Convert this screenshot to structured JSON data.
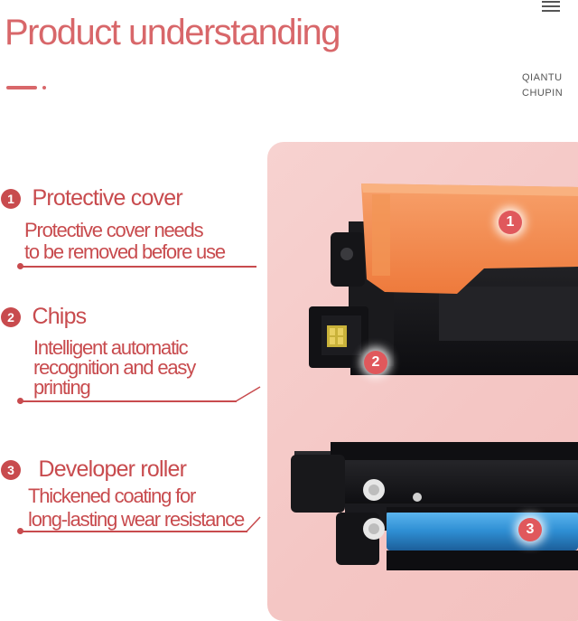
{
  "header": {
    "title": "Product understanding",
    "brand_line1": "QIANTU",
    "brand_line2": "CHUPIN"
  },
  "features": [
    {
      "number": "1",
      "title": "Protective cover",
      "desc_lines": [
        "Protective cover needs",
        "to be removed before use"
      ]
    },
    {
      "number": "2",
      "title": "Chips",
      "desc_lines": [
        "Intelligent automatic",
        "recognition and easy",
        "printing"
      ]
    },
    {
      "number": "3",
      "title": "Developer roller",
      "desc_lines": [
        "Thickened coating for",
        "long-lasting wear resistance"
      ]
    }
  ],
  "image_labels": [
    "1",
    "2",
    "3"
  ],
  "colors": {
    "accent": "#d8676a",
    "accent_dark": "#c84b4e",
    "panel": "#f5c9c7",
    "cover_orange": "#f58a4a",
    "roller_blue": "#2f8fd4"
  },
  "icons": [
    "menu-icon"
  ]
}
